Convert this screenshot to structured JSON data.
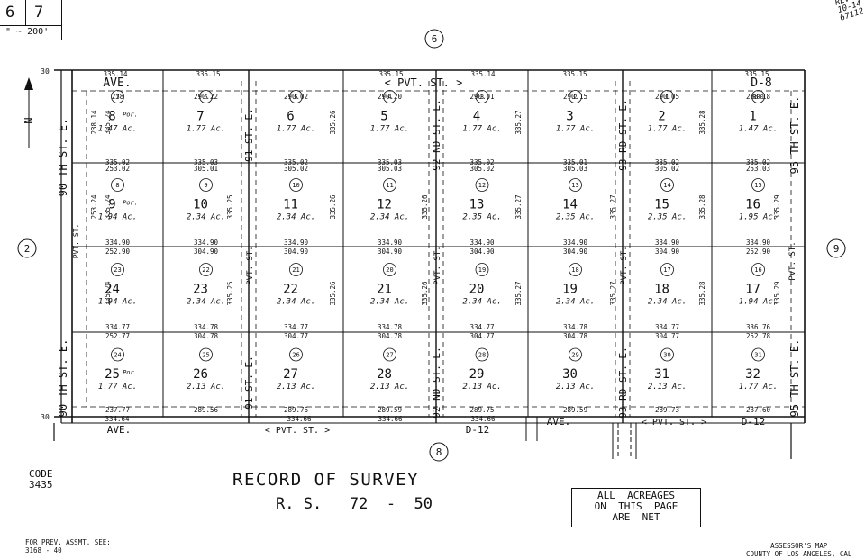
{
  "map_sheet": {
    "index_cells": [
      "6",
      "7"
    ],
    "scale": "\" ~ 200'",
    "revision_text": [
      "REV",
      "10-14",
      "67112"
    ]
  },
  "adjacent_pages": {
    "top": "6",
    "left": "2",
    "right": "9",
    "bottom": "8"
  },
  "north_arrow": "N",
  "streets": {
    "top_ave": "AVE.",
    "top_pvt_st": "< PVT.     ST. >",
    "top_right_code": "D-8",
    "bottom_ave": "AVE.",
    "bottom_pvt_st": "< PVT.   ST. >",
    "bottom_code_left": "D-12",
    "bottom_ave_right": "AVE.",
    "bottom_pvt_st_right": "< PVT.   ST. >",
    "bottom_code_right": "D-12",
    "left_st": "90 TH  ST. E.",
    "right_st": "95 TH  ST. E.",
    "mid_st_1": "91 ST. E.",
    "mid_st_2": "92 ND ST. E.",
    "mid_st_3": "93 RD ST. E.",
    "pvt_st_vertical": "PVT.  ST."
  },
  "row_labels": {
    "top": "30",
    "bottom": "30"
  },
  "parcels": [
    {
      "lot": "8",
      "acres": "1.47 Ac.",
      "por": "Por.",
      "circle": "7",
      "row": 0,
      "col": 0
    },
    {
      "lot": "7",
      "acres": "1.77 Ac.",
      "por": "",
      "circle": "6",
      "row": 0,
      "col": 1
    },
    {
      "lot": "6",
      "acres": "1.77 Ac.",
      "por": "",
      "circle": "5",
      "row": 0,
      "col": 2
    },
    {
      "lot": "5",
      "acres": "1.77 Ac.",
      "por": "",
      "circle": "4",
      "row": 0,
      "col": 3
    },
    {
      "lot": "4",
      "acres": "1.77 Ac.",
      "por": "",
      "circle": "3",
      "row": 0,
      "col": 4
    },
    {
      "lot": "3",
      "acres": "1.77 Ac.",
      "por": "",
      "circle": "2",
      "row": 0,
      "col": 5
    },
    {
      "lot": "2",
      "acres": "1.77 Ac.",
      "por": "",
      "circle": "1",
      "row": 0,
      "col": 6
    },
    {
      "lot": "1",
      "acres": "1.47 Ac.",
      "por": "",
      "circle": "800",
      "row": 0,
      "col": 7
    },
    {
      "lot": "9",
      "acres": "1.94 Ac.",
      "por": "Por.",
      "circle": "8",
      "row": 1,
      "col": 0
    },
    {
      "lot": "10",
      "acres": "2.34 Ac.",
      "por": "",
      "circle": "9",
      "row": 1,
      "col": 1
    },
    {
      "lot": "11",
      "acres": "2.34 Ac.",
      "por": "",
      "circle": "10",
      "row": 1,
      "col": 2
    },
    {
      "lot": "12",
      "acres": "2.34 Ac.",
      "por": "",
      "circle": "11",
      "row": 1,
      "col": 3
    },
    {
      "lot": "13",
      "acres": "2.35 Ac.",
      "por": "",
      "circle": "12",
      "row": 1,
      "col": 4
    },
    {
      "lot": "14",
      "acres": "2.35 Ac.",
      "por": "",
      "circle": "13",
      "row": 1,
      "col": 5
    },
    {
      "lot": "15",
      "acres": "2.35 Ac.",
      "por": "",
      "circle": "14",
      "row": 1,
      "col": 6
    },
    {
      "lot": "16",
      "acres": "1.95 Ac.",
      "por": "",
      "circle": "15",
      "row": 1,
      "col": 7
    },
    {
      "lot": "24",
      "acres": "1.94 Ac.",
      "por": "",
      "circle": "23",
      "row": 2,
      "col": 0
    },
    {
      "lot": "23",
      "acres": "2.34 Ac.",
      "por": "",
      "circle": "22",
      "row": 2,
      "col": 1
    },
    {
      "lot": "22",
      "acres": "2.34 Ac.",
      "por": "",
      "circle": "21",
      "row": 2,
      "col": 2
    },
    {
      "lot": "21",
      "acres": "2.34 Ac.",
      "por": "",
      "circle": "20",
      "row": 2,
      "col": 3
    },
    {
      "lot": "20",
      "acres": "2.34 Ac.",
      "por": "",
      "circle": "19",
      "row": 2,
      "col": 4
    },
    {
      "lot": "19",
      "acres": "2.34 Ac.",
      "por": "",
      "circle": "18",
      "row": 2,
      "col": 5
    },
    {
      "lot": "18",
      "acres": "2.34 Ac.",
      "por": "",
      "circle": "17",
      "row": 2,
      "col": 6
    },
    {
      "lot": "17",
      "acres": "1.94 Ac.",
      "por": "",
      "circle": "16",
      "row": 2,
      "col": 7
    },
    {
      "lot": "25",
      "acres": "1.77 Ac.",
      "por": "Por.",
      "circle": "24",
      "row": 3,
      "col": 0
    },
    {
      "lot": "26",
      "acres": "2.13 Ac.",
      "por": "",
      "circle": "25",
      "row": 3,
      "col": 1
    },
    {
      "lot": "27",
      "acres": "2.13 Ac.",
      "por": "",
      "circle": "26",
      "row": 3,
      "col": 2
    },
    {
      "lot": "28",
      "acres": "2.13 Ac.",
      "por": "",
      "circle": "27",
      "row": 3,
      "col": 3
    },
    {
      "lot": "29",
      "acres": "2.13 Ac.",
      "por": "",
      "circle": "28",
      "row": 3,
      "col": 4
    },
    {
      "lot": "30",
      "acres": "2.13 Ac.",
      "por": "",
      "circle": "29",
      "row": 3,
      "col": 5
    },
    {
      "lot": "31",
      "acres": "2.13 Ac.",
      "por": "",
      "circle": "30",
      "row": 3,
      "col": 6
    },
    {
      "lot": "32",
      "acres": "1.77 Ac.",
      "por": "",
      "circle": "31",
      "row": 3,
      "col": 7
    }
  ],
  "col_widths_top": [
    "238",
    "290.22",
    "290.02",
    "290.20",
    "290.01",
    "290.15",
    "290.05",
    "238.18"
  ],
  "row_widths": [
    [
      "335.02",
      "335.03",
      "335.02",
      "335.03",
      "335.02",
      "335.01",
      "335.02",
      "335.02"
    ],
    [
      "253.02",
      "305.01",
      "305.02",
      "305.03",
      "305.02",
      "305.03",
      "305.02",
      "253.03"
    ],
    [
      "334.90",
      "334.90",
      "334.90",
      "334.90",
      "334.90",
      "334.90",
      "334.90",
      "334.90"
    ],
    [
      "252.90",
      "304.90",
      "304.90",
      "304.90",
      "304.90",
      "304.90",
      "304.90",
      "252.90"
    ],
    [
      "334.77",
      "334.78",
      "334.77",
      "334.78",
      "334.77",
      "334.78",
      "334.77",
      "336.76"
    ],
    [
      "252.77",
      "304.78",
      "304.77",
      "304.78",
      "304.77",
      "304.78",
      "304.77",
      "252.78"
    ],
    [
      "237.77",
      "289.56",
      "289.76",
      "289.59",
      "289.75",
      "289.59",
      "289.73",
      "237.60"
    ]
  ],
  "top_line_values": [
    "335.14",
    "335.15",
    "335.15",
    "335.14",
    "335.15",
    "335.15"
  ],
  "bottom_line_values": [
    "334.64",
    "334.66",
    "334.66",
    "334.66"
  ],
  "depth_values": [
    "335.24",
    "335.25",
    "335.26",
    "335.27",
    "335.28",
    "335.29",
    "253.24",
    "238.14"
  ],
  "title": "RECORD OF SURVEY",
  "subtitle": "R. S.   72  -  50",
  "code_label": "CODE",
  "code_value": "3435",
  "note": [
    "ALL  ACREAGES",
    "ON  THIS  PAGE",
    "ARE  NET"
  ],
  "prev_assmt": [
    "FOR PREV. ASSMT. SEE:",
    "3168 - 40"
  ],
  "footer_right": [
    "ASSESSOR'S MAP",
    "COUNTY OF LOS ANGELES, CAL"
  ]
}
